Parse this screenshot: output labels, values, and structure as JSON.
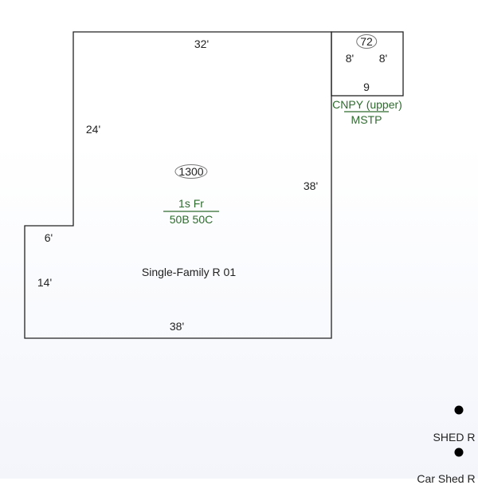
{
  "main_building": {
    "area": "1300",
    "top_dim": "32'",
    "left_upper_dim": "24'",
    "right_dim": "38'",
    "step_dim": "6'",
    "left_lower_dim": "14'",
    "bottom_dim": "38'",
    "code_upper": "1s Fr",
    "code_lower": "50B 50C",
    "label": "Single-Family R 01"
  },
  "canopy": {
    "area": "72",
    "left_dim": "8'",
    "right_dim": "8'",
    "bottom_dim": "9",
    "code_upper": "CNPY (upper)",
    "code_lower": "MSTP"
  },
  "outbuildings": [
    {
      "label": "SHED R"
    },
    {
      "label": "Car Shed R"
    }
  ]
}
